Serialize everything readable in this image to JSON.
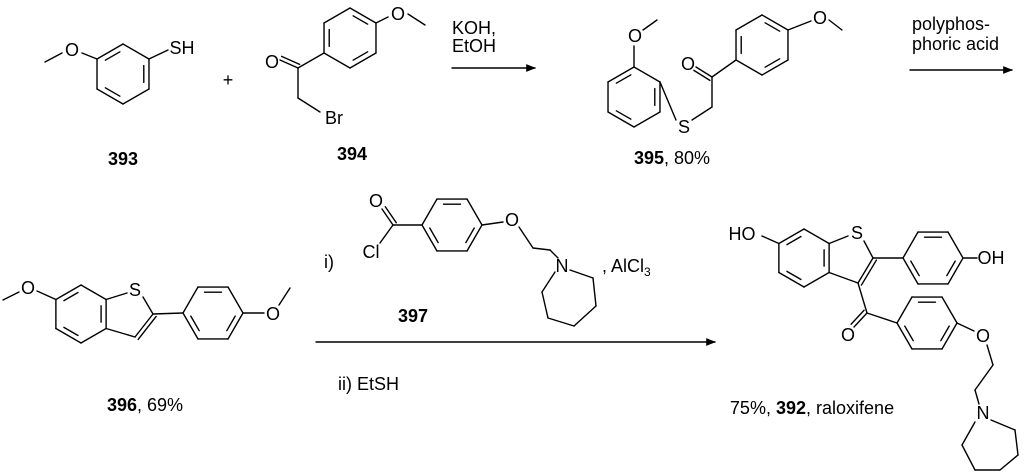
{
  "atoms": {
    "O": "O",
    "S": "S",
    "SH": "SH",
    "Br": "Br",
    "Cl": "Cl",
    "N": "N",
    "HO": "HO",
    "OH": "OH"
  },
  "plus": "+",
  "compounds": {
    "c393": {
      "id": "393"
    },
    "c394": {
      "id": "394"
    },
    "c395": {
      "id": "395",
      "yield": "80%",
      "sep": ", "
    },
    "c396": {
      "id": "396",
      "yield": "69%",
      "sep": ", "
    },
    "c397": {
      "id": "397"
    },
    "c392": {
      "id": "392",
      "yield": "75%",
      "name": "raloxifene",
      "sep1": ", ",
      "sep2": ", "
    }
  },
  "steps": {
    "step1": {
      "line1": "KOH,",
      "line2": "EtOH"
    },
    "step2": {
      "line1": "polyphos-",
      "line2": "phoric acid"
    },
    "step3": {
      "i": "i)",
      "lewis_acid": ", AlCl",
      "lewis_acid_sub": "3",
      "ii": "ii) EtSH"
    }
  },
  "colors": {
    "ink": "#000000",
    "background": "#ffffff"
  }
}
